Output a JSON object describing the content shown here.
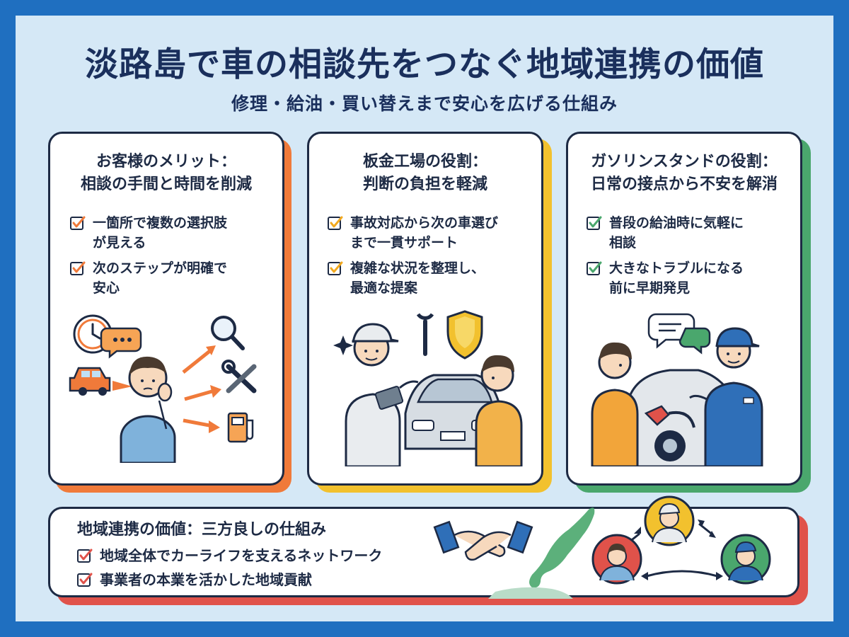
{
  "header": {
    "title": "淡路島で車の相談先をつなぐ地域連携の価値",
    "subtitle": "修理・給油・買い替えまで安心を広げる仕組み"
  },
  "cards": [
    {
      "heading_line1": "お客様のメリット：",
      "heading_line2": "相談の手間と時間を削減",
      "items": [
        [
          "一箇所で複数の選択肢",
          "が見える"
        ],
        [
          "次のステップが明確で",
          "安心"
        ]
      ],
      "accent": "#f07a3a"
    },
    {
      "heading_line1": "板金工場の役割：",
      "heading_line2": "判断の負担を軽減",
      "items": [
        [
          "事故対応から次の車選び",
          "まで一貫サポート"
        ],
        [
          "複雑な状況を整理し、",
          "最適な提案"
        ]
      ],
      "accent": "#f2c12e"
    },
    {
      "heading_line1": "ガソリンスタンドの役割：",
      "heading_line2": "日常の接点から不安を解消",
      "items": [
        [
          "普段の給油時に気軽に",
          "相談"
        ],
        [
          "大きなトラブルになる",
          "前に早期発見"
        ]
      ],
      "accent": "#4aa76d"
    }
  ],
  "bottom": {
    "heading": "地域連携の価値：三方良しの仕組み",
    "items": [
      "地域全体でカーライフを支えるネットワーク",
      "事業者の本業を活かした地域貢献"
    ],
    "accent": "#e0524a"
  },
  "icons": {
    "check": "checkbox-check-icon",
    "clock": "clock-icon",
    "chat": "speech-bubble-icon",
    "magnifier": "magnifier-icon",
    "tools": "wrench-screwdriver-icon",
    "fuel": "fuel-pump-icon",
    "car": "car-icon",
    "shield": "shield-icon",
    "handshake": "handshake-icon",
    "map": "awaji-island-map-icon"
  },
  "colors": {
    "border": "#1f6fc0",
    "background": "#d5e8f6",
    "text": "#1a2f5c"
  }
}
